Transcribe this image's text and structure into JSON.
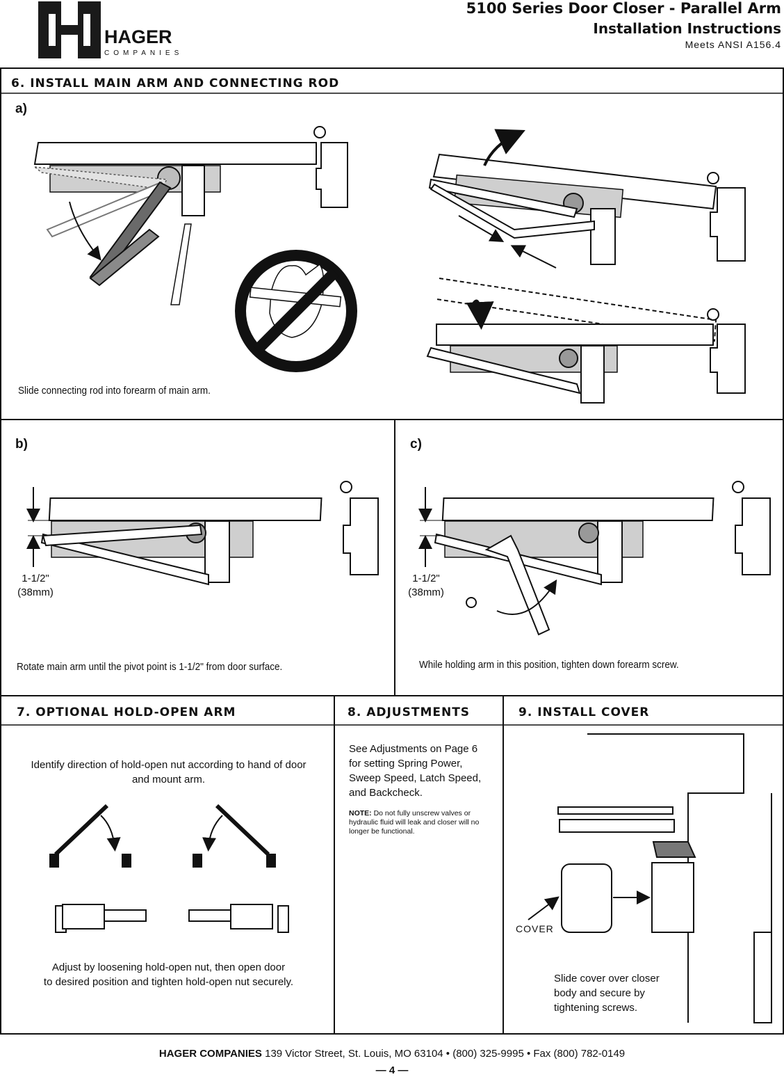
{
  "header": {
    "brand": "HAGER",
    "brand_sub": "COMPANIES",
    "title": "5100 Series Door Closer - Parallel Arm",
    "subtitle": "Installation Instructions",
    "standard": "Meets ANSI A156.4"
  },
  "section6": {
    "title": "6. INSTALL MAIN ARM AND CONNECTING ROD",
    "step_a": {
      "label": "a)",
      "caption": "Slide connecting rod into forearm of main arm."
    },
    "step_b": {
      "label": "b)",
      "dimension_in": "1-1/2\"",
      "dimension_mm": "(38mm)",
      "caption": "Rotate main arm until the pivot point is 1-1/2\" from door surface."
    },
    "step_c": {
      "label": "c)",
      "dimension_in": "1-1/2\"",
      "dimension_mm": "(38mm)",
      "caption": "While holding arm in this position, tighten down forearm screw."
    }
  },
  "section7": {
    "title": "7. OPTIONAL HOLD-OPEN ARM",
    "intro_line1": "Identify direction of hold-open nut according to hand of door",
    "intro_line2": "and mount arm.",
    "outro_line1": "Adjust by loosening hold-open nut, then open door",
    "outro_line2": "to desired position and tighten hold-open nut securely."
  },
  "section8": {
    "title": "8. ADJUSTMENTS",
    "lines": [
      "See Adjustments on Page 6",
      "for setting Spring Power,",
      "Sweep Speed, Latch Speed,",
      "and Backcheck."
    ],
    "note_label": "NOTE:",
    "note_lines": [
      " Do not fully unscrew valves or",
      "hydraulic fluid will leak and closer will no",
      "longer be functional."
    ]
  },
  "section9": {
    "title": "9. INSTALL COVER",
    "cover_label": "COVER",
    "caption_lines": [
      "Slide cover over closer",
      "body and secure by",
      "tightening screws."
    ]
  },
  "footer": {
    "company": "HAGER COMPANIES",
    "address": " 139 Victor Street, St. Louis, MO 63104 • (800) 325-9995 • Fax (800) 782-0149",
    "page": "— 4 —"
  },
  "colors": {
    "ink": "#111111",
    "gray_fill": "#c8c8c8",
    "dark_gray": "#6a6a6a"
  }
}
